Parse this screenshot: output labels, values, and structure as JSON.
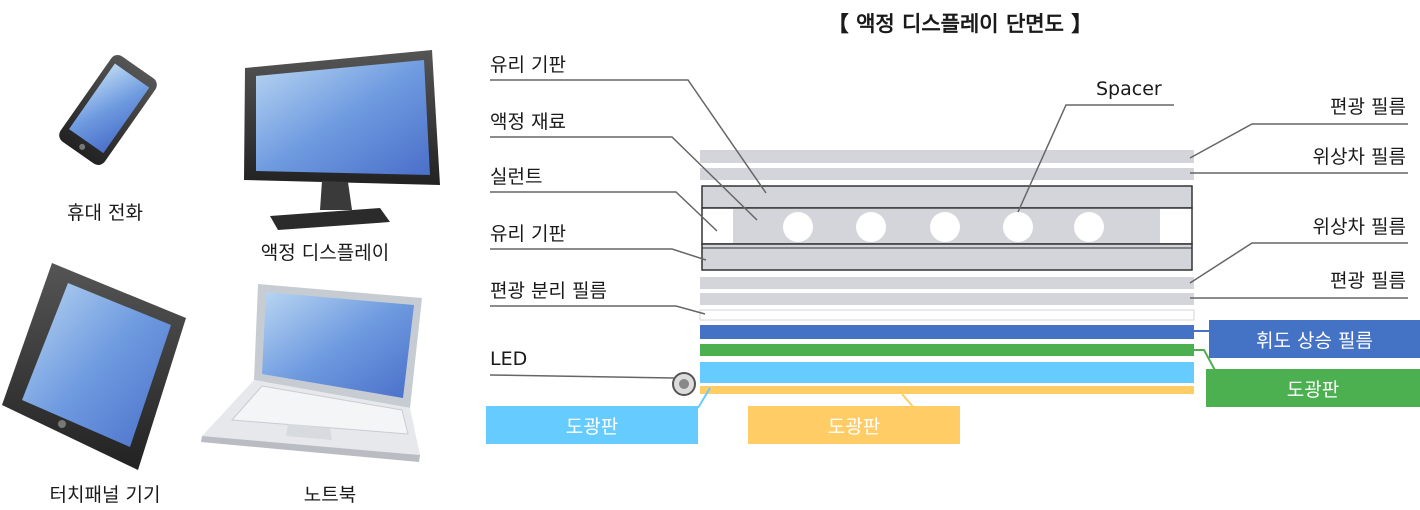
{
  "title": "【 액정 디스플레이 단면도 】",
  "devices": {
    "phone": "휴대 전화",
    "monitor": "액정 디스플레이",
    "tablet": "터치패널 기기",
    "laptop": "노트북"
  },
  "left_labels": {
    "glass_top": "유리 기판",
    "lc_material": "액정 재료",
    "sealant": "실런트",
    "glass_bottom": "유리 기판",
    "polarizer_sep": "편광 분리 필름",
    "led": "LED"
  },
  "right_labels": {
    "spacer": "Spacer",
    "polarizer_top": "편광 필름",
    "retarder_top": "위상차 필름",
    "retarder_bottom": "위상차 필름",
    "polarizer_bottom": "편광 필름"
  },
  "boxes": {
    "brightness_film": "휘도 상승 필름",
    "light_guide_right": "도광판",
    "light_guide_left": "도광판",
    "light_guide_center": "도광판"
  },
  "colors": {
    "layer_gray": "#d3d5da",
    "brightness_blue": "#4472c4",
    "green": "#4caf50",
    "light_blue": "#66ccff",
    "yellow": "#ffcc66"
  }
}
